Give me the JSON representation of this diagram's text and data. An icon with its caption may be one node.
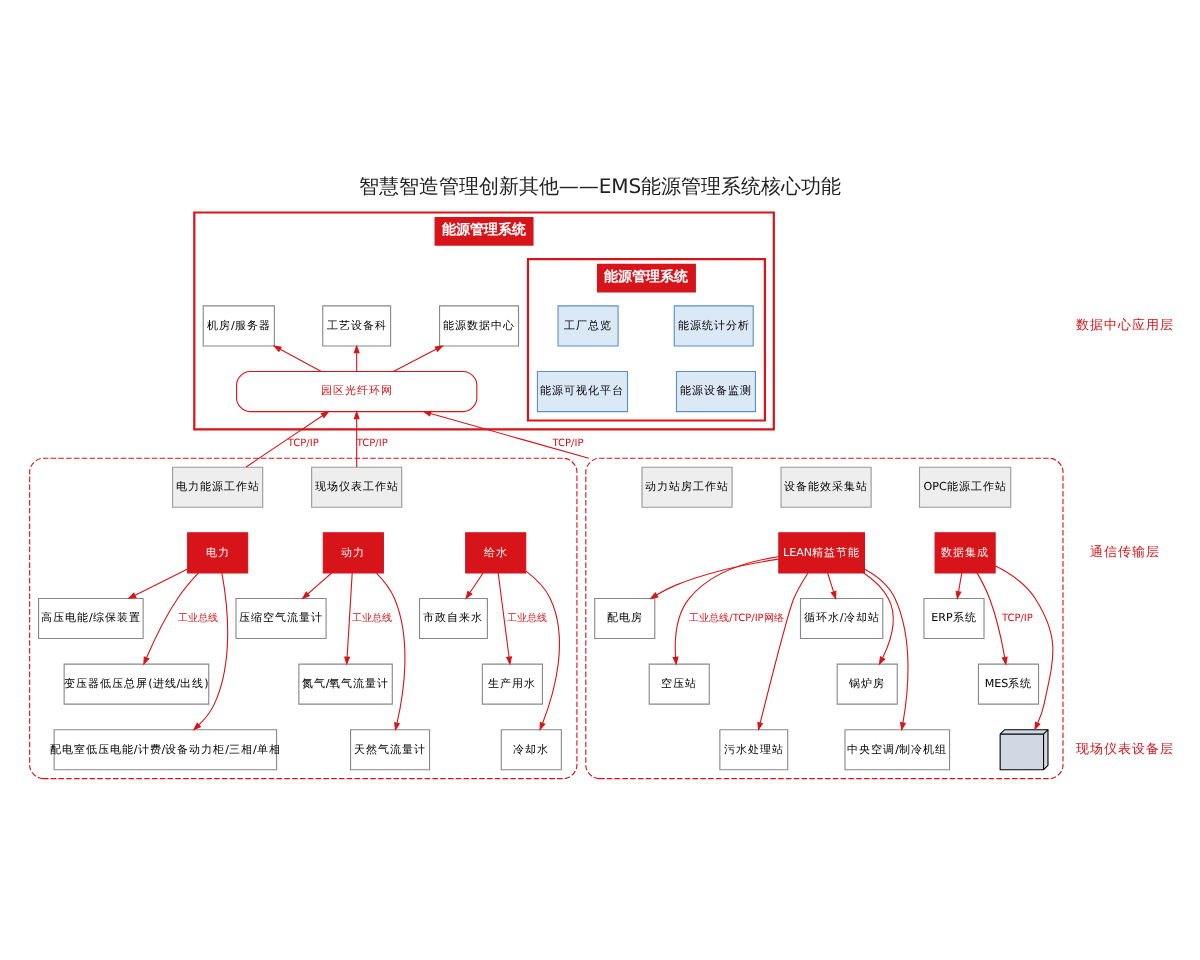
{
  "diagram": {
    "title": "智慧智造管理创新其他——EMS能源管理系统核心功能",
    "nodes": [
      {
        "text": [
          "能源管理系统"
        ]
      },
      {
        "text": [
          "机房/服务器"
        ],
        "in": 0
      },
      {
        "text": [
          "工艺设备科"
        ],
        "in": 0
      },
      {
        "text": [
          "能源数据中心"
        ],
        "in": 0
      },
      {
        "text": [
          "园区光纤环网"
        ],
        "in": 0
      },
      {
        "text": [
          "能源管理系统"
        ],
        "in": 0
      },
      {
        "text": [
          "工厂总览"
        ],
        "in": 5
      },
      {
        "text": [
          "能源统计分析"
        ],
        "in": 5
      },
      {
        "text": [
          "能源可视化平台"
        ],
        "in": 5
      },
      {
        "text": [
          "能源设备监测"
        ],
        "in": 5
      },
      {
        "text": [],
        "shape": "box"
      },
      {
        "text": [
          "电力能源工作站"
        ],
        "in": 10
      },
      {
        "text": [
          "现场仪表工作站"
        ],
        "in": 10
      },
      {
        "text": [
          "电力"
        ],
        "in": 10
      },
      {
        "text": [
          "高压电能/综保装置"
        ],
        "in": 10
      },
      {
        "text": [
          "变压器低压总屏(进线/出线)"
        ],
        "in": 10
      },
      {
        "text": [
          "配电室低压电能/计费/设备动力柜/三相/单相"
        ],
        "in": 10
      },
      {
        "text": [
          "动力"
        ],
        "in": 10
      },
      {
        "text": [
          "压缩空气流量计"
        ],
        "in": 10
      },
      {
        "text": [
          "氮气/氧气流量计"
        ],
        "in": 10
      },
      {
        "text": [
          "天然气流量计"
        ],
        "in": 10
      },
      {
        "text": [
          "给水"
        ],
        "in": 10
      },
      {
        "text": [
          "市政自来水"
        ],
        "in": 10
      },
      {
        "text": [
          "生产用水"
        ],
        "in": 10
      },
      {
        "text": [
          "冷却水"
        ],
        "in": 10
      },
      {
        "text": [],
        "shape": "box"
      },
      {
        "text": [
          "动力站房工作站"
        ],
        "in": 25
      },
      {
        "text": [
          "设备能效采集站"
        ],
        "in": 25
      },
      {
        "text": [
          "OPC能源工作站"
        ],
        "in": 25
      },
      {
        "text": [
          "LEAN精益节能"
        ],
        "in": 25
      },
      {
        "text": [
          "配电房"
        ],
        "in": 25
      },
      {
        "text": [
          "空压站"
        ],
        "in": 25
      },
      {
        "text": [
          "污水处理站"
        ],
        "in": 25
      },
      {
        "text": [
          "循环水/冷却站"
        ],
        "in": 25
      },
      {
        "text": [
          "锅炉房"
        ],
        "in": 25
      },
      {
        "text": [
          "中央空调/制冷机组"
        ],
        "in": 25
      },
      {
        "text": [
          "数据集成"
        ],
        "in": 25
      },
      {
        "text": [
          "ERP系统"
        ],
        "in": 25
      },
      {
        "text": [
          "MES系统"
        ],
        "in": 25
      },
      {
        "text": [],
        "shape": "picture",
        "in": 25
      }
    ],
    "edges": [
      {
        "from": 4,
        "to": 1,
        "arrow": "to"
      },
      {
        "from": 4,
        "to": 2,
        "arrow": "to"
      },
      {
        "from": 4,
        "to": 3,
        "arrow": "to"
      },
      {
        "from": 11,
        "to": 4,
        "arrow": "to",
        "label": "TCP/IP"
      },
      {
        "from": 12,
        "to": 4,
        "arrow": "to",
        "label": "TCP/IP"
      },
      {
        "from": 25,
        "to": 4,
        "arrow": "to",
        "label": "TCP/IP"
      },
      {
        "from": 13,
        "to": 14,
        "arrow": "to"
      },
      {
        "from": 13,
        "to": 15,
        "arrow": "to",
        "label": "工业总线"
      },
      {
        "from": 13,
        "to": 16,
        "arrow": "to"
      },
      {
        "from": 17,
        "to": 18,
        "arrow": "to"
      },
      {
        "from": 17,
        "to": 19,
        "arrow": "to",
        "label": "工业总线"
      },
      {
        "from": 17,
        "to": 20,
        "arrow": "to"
      },
      {
        "from": 21,
        "to": 22,
        "arrow": "to"
      },
      {
        "from": 21,
        "to": 23,
        "arrow": "to",
        "label": "工业总线"
      },
      {
        "from": 21,
        "to": 24,
        "arrow": "to"
      },
      {
        "from": 29,
        "to": 30,
        "arrow": "to"
      },
      {
        "from": 29,
        "to": 31,
        "arrow": "to",
        "label": "工业总线/TCP/IP网络"
      },
      {
        "from": 29,
        "to": 32,
        "arrow": "to"
      },
      {
        "from": 29,
        "to": 33,
        "arrow": "to"
      },
      {
        "from": 29,
        "to": 34,
        "arrow": "to"
      },
      {
        "from": 29,
        "to": 35,
        "arrow": "to"
      },
      {
        "from": 36,
        "to": 37,
        "arrow": "to"
      },
      {
        "from": 36,
        "to": 38,
        "arrow": "to",
        "label": "TCP/IP"
      },
      {
        "from": 36,
        "to": 39,
        "arrow": "to"
      }
    ],
    "labels": [
      "数据中心应用层",
      "通信传输层",
      "现场仪表设备层"
    ]
  }
}
